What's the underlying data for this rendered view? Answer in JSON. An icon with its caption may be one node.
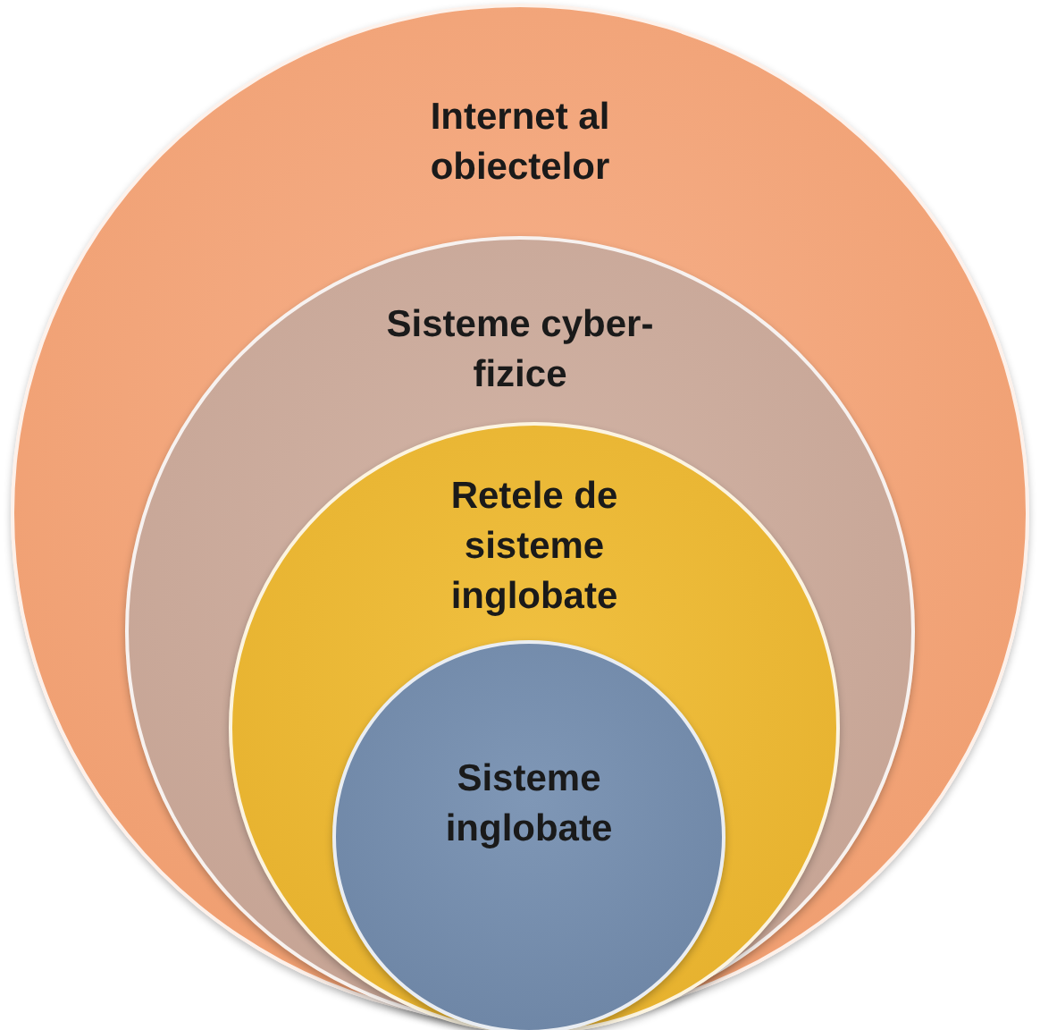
{
  "diagram": {
    "nodes": [
      {
        "text": [
          "Internet al obiectelor"
        ]
      },
      {
        "text": [
          "Sisteme cyber-fizice"
        ],
        "in": 0
      },
      {
        "text": [
          "Retele de sisteme inglobate"
        ],
        "in": 1
      },
      {
        "text": [
          "Sisteme inglobate"
        ],
        "in": 2
      }
    ]
  }
}
